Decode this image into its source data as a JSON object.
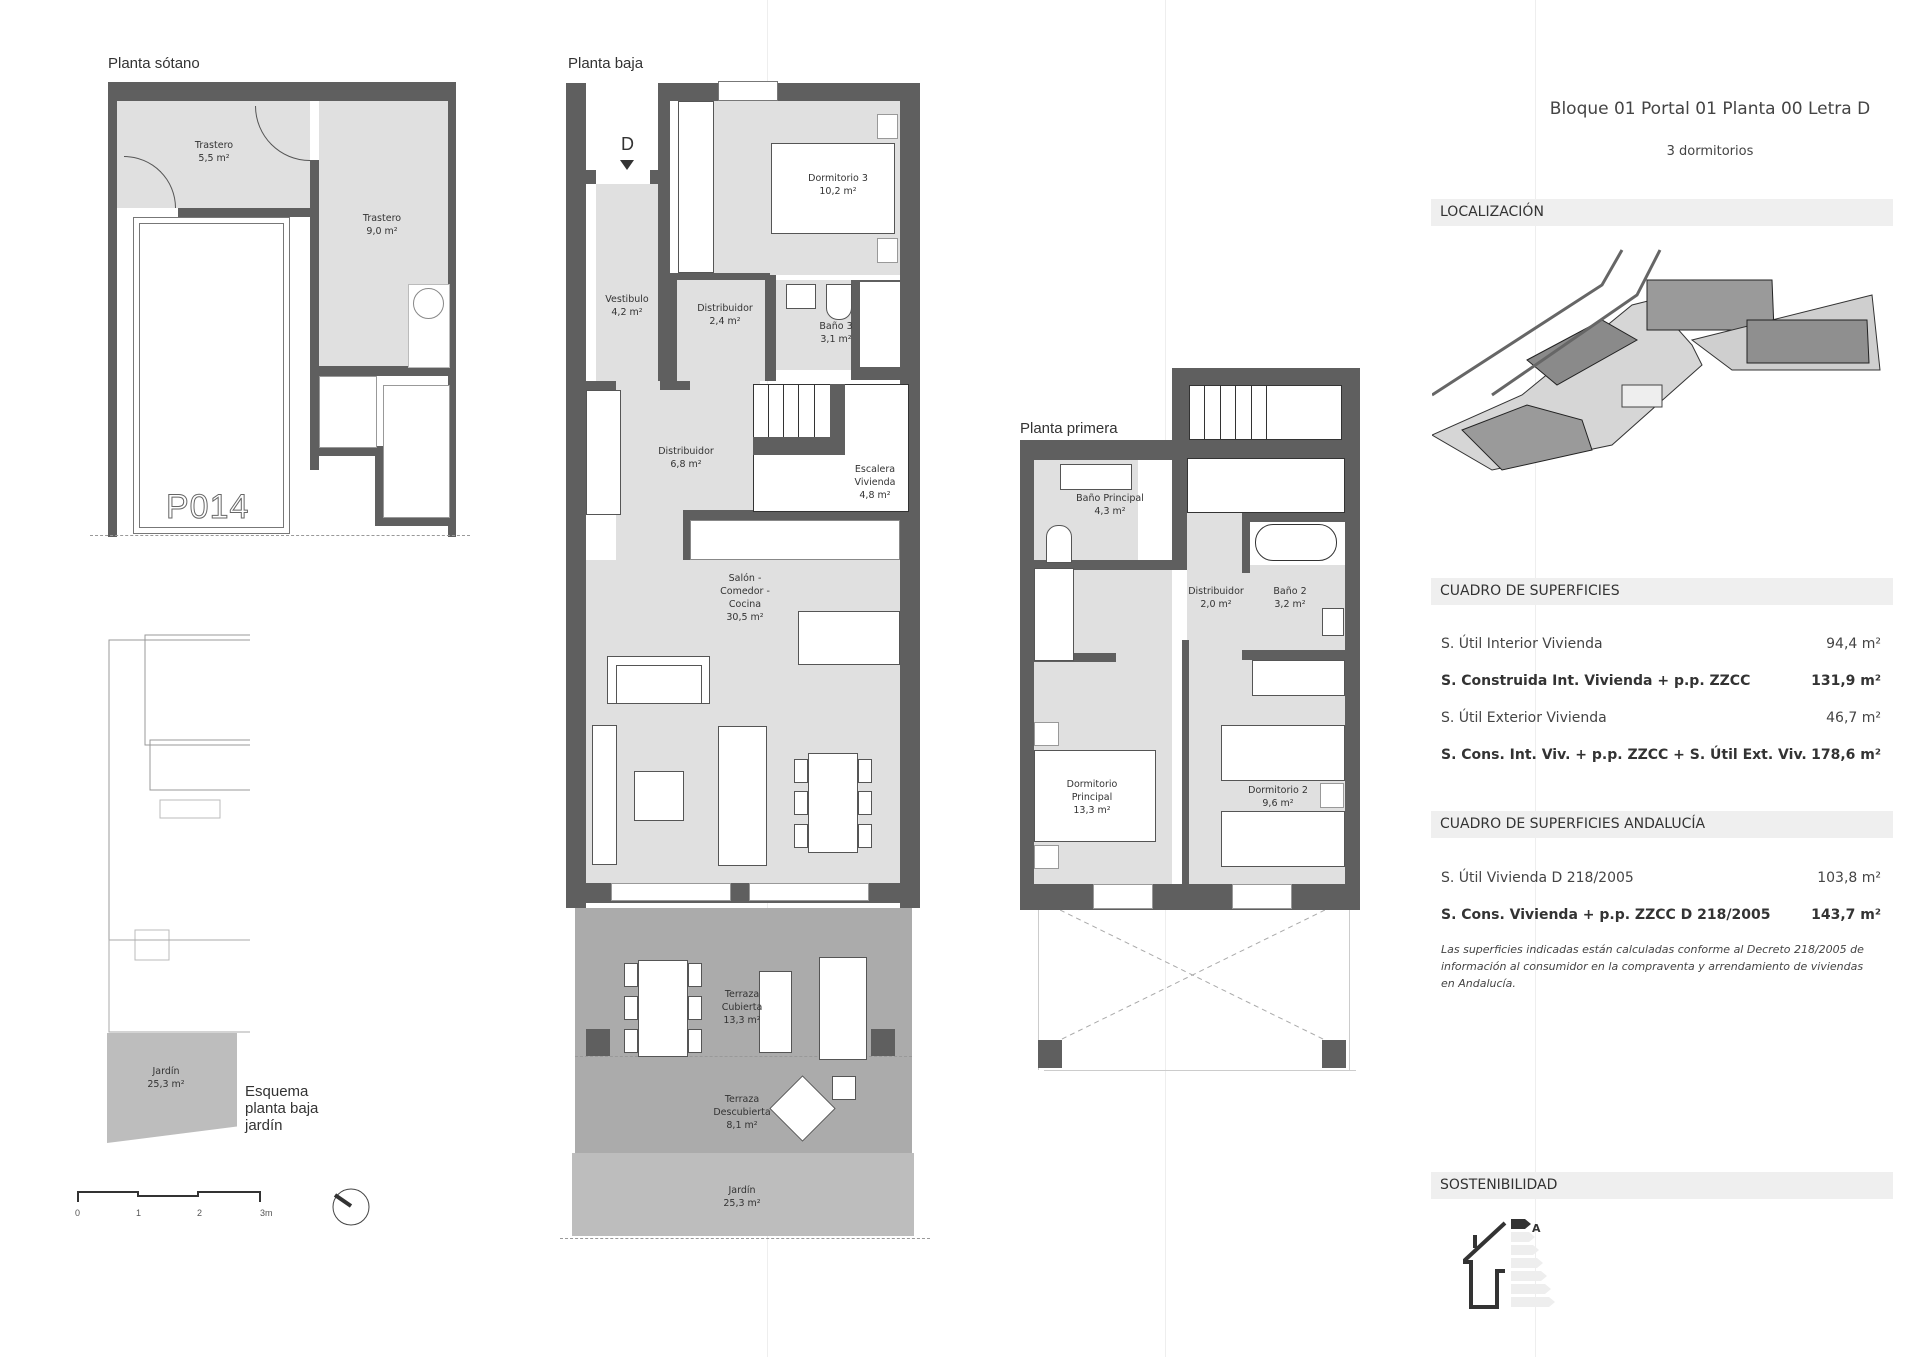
{
  "header": {
    "title": "Bloque 01 Portal 01 Planta 00 Letra D",
    "subtitle": "3 dormitorios"
  },
  "sections": {
    "localizacion": "LOCALIZACIÓN",
    "superficies": "CUADRO DE SUPERFICIES",
    "andalucia": "CUADRO DE SUPERFICIES ANDALUCÍA",
    "sostenibilidad": "SOSTENIBILIDAD"
  },
  "superficies": [
    {
      "label": "S. Útil Interior Vivienda",
      "value": "94,4 m²",
      "bold": false
    },
    {
      "label": "S. Construida Int. Vivienda + p.p. ZZCC",
      "value": "131,9 m²",
      "bold": true
    },
    {
      "label": "S. Útil Exterior Vivienda",
      "value": "46,7 m²",
      "bold": false
    },
    {
      "label": "S. Cons. Int. Viv. + p.p. ZZCC + S. Útil Ext. Viv.",
      "value": "178,6 m²",
      "bold": true
    }
  ],
  "andalucia": [
    {
      "label": "S. Útil Vivienda D 218/2005",
      "value": "103,8 m²",
      "bold": false
    },
    {
      "label": "S. Cons. Vivienda + p.p. ZZCC D 218/2005",
      "value": "143,7 m²",
      "bold": true
    }
  ],
  "andalucia_note": "Las superficies indicadas están calculadas conforme al Decreto 218/2005 de información al consumidor en la compraventa y arrendamiento de viviendas en Andalucía.",
  "energy_rating": "A",
  "icons": {
    "energy": "house-energy-label-icon",
    "north": "north-arrow-icon",
    "entrance": "entrance-arrow-icon"
  },
  "plans": {
    "sotano": {
      "title": "Planta sótano",
      "parking_code": "P014",
      "rooms": [
        {
          "name": "Trastero",
          "area": "5,5 m²"
        },
        {
          "name": "Trastero",
          "area": "9,0 m²"
        }
      ]
    },
    "baja": {
      "title": "Planta baja",
      "entrance_letter": "D",
      "rooms": [
        {
          "name": "Dormitorio 3",
          "area": "10,2 m²"
        },
        {
          "name": "Vestibulo",
          "area": "4,2 m²"
        },
        {
          "name": "Distribuidor",
          "area": "2,4 m²"
        },
        {
          "name": "Baño 3",
          "area": "3,1 m²"
        },
        {
          "name": "Distribuidor",
          "area": "6,8 m²"
        },
        {
          "name": "Escalera Vivienda",
          "area": "4,8 m²"
        },
        {
          "name": "Salón - Comedor - Cocina",
          "area": "30,5 m²"
        },
        {
          "name": "Terraza Cubierta",
          "area": "13,3 m²"
        },
        {
          "name": "Terraza Descubierta",
          "area": "8,1 m²"
        },
        {
          "name": "Jardín",
          "area": "25,3 m²"
        }
      ]
    },
    "primera": {
      "title": "Planta primera",
      "rooms": [
        {
          "name": "Baño Principal",
          "area": "4,3 m²"
        },
        {
          "name": "Distribuidor",
          "area": "2,0 m²"
        },
        {
          "name": "Baño 2",
          "area": "3,2 m²"
        },
        {
          "name": "Dormitorio Principal",
          "area": "13,3 m²"
        },
        {
          "name": "Dormitorio 2",
          "area": "9,6 m²"
        }
      ]
    },
    "esquema": {
      "title": "Esquema planta baja jardín",
      "title_lines": [
        "Esquema",
        "planta baja",
        "jardín"
      ],
      "garden": {
        "name": "Jardín",
        "area": "25,3 m²"
      }
    }
  },
  "scale_bar": {
    "ticks": [
      "0",
      "1",
      "2",
      "3m"
    ]
  }
}
